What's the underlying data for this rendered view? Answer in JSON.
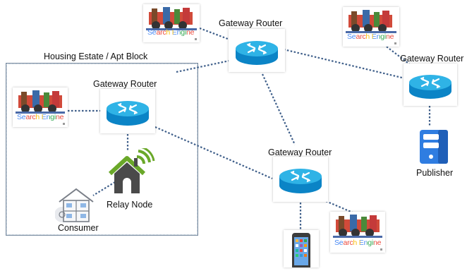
{
  "diagram": {
    "estate_label": "Housing Estate / Apt Block",
    "router_label": "Gateway Router",
    "relay_label": "Relay Node",
    "consumer_label": "Consumer",
    "publisher_label": "Publisher",
    "search_engine_text": "Search Engine",
    "colors": {
      "router_body": "#0b84c6",
      "router_top": "#2fb3e6",
      "link": "#3f5f8a",
      "estate_border": "#7d8fa3",
      "house_green": "#6aa829",
      "house_gray": "#4a4a4a",
      "server_blue": "#2f7de1",
      "phone_body": "#3c3c3c"
    },
    "icons": [
      "router-icon",
      "search-engine-logo",
      "house-wifi-icon",
      "house-consumer-icon",
      "server-icon",
      "smartphone-icon"
    ]
  }
}
